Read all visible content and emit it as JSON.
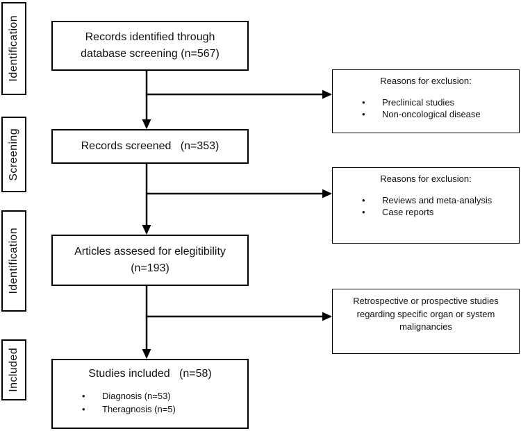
{
  "diagram": {
    "colors": {
      "background": "#ffffff",
      "line": "#000000",
      "text": "#111111"
    },
    "bullet_glyph": "•",
    "stages": [
      "Identification",
      "Screening",
      "Identification",
      "Included"
    ],
    "main_boxes": [
      {
        "title": "Records identified through database screening (n=567)"
      },
      {
        "title": "Records screened   (n=353)"
      },
      {
        "title": "Articles assesed for elegitibility (n=193)"
      },
      {
        "title": "Studies included   (n=58)",
        "bullets": [
          "Diagnosis (n=53)",
          "Theragnosis (n=5)"
        ]
      }
    ],
    "side_boxes": [
      {
        "title": "Reasons for exclusion:",
        "bullets": [
          "Preclinical studies",
          "Non-oncological disease"
        ]
      },
      {
        "title": "Reasons for exclusion:",
        "bullets": [
          "Reviews and meta-analysis",
          "Case reports"
        ]
      },
      {
        "text": "Retrospective or prospective studies regarding specific organ or system malignancies"
      }
    ]
  }
}
